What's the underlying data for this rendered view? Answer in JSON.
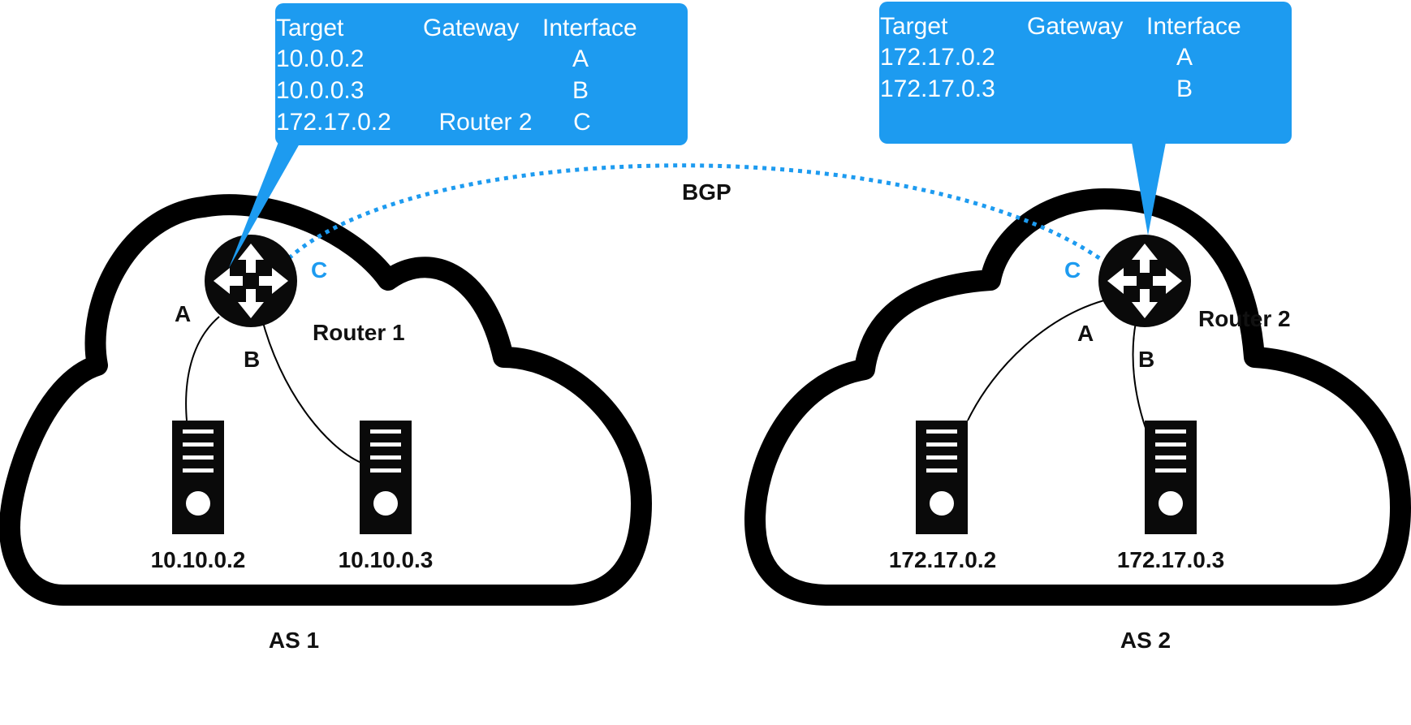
{
  "accent_color": "#1d9bf0",
  "link_label": "BGP",
  "as1": {
    "name": "AS 1",
    "router_name": "Router 1",
    "interfaces": {
      "a": "A",
      "b": "B",
      "c": "C"
    },
    "hosts": [
      "10.10.0.2",
      "10.10.0.3"
    ],
    "routing_table": {
      "headers": [
        "Target",
        "Gateway",
        "Interface"
      ],
      "rows": [
        [
          "10.0.0.2",
          "",
          "A"
        ],
        [
          "10.0.0.3",
          "",
          "B"
        ],
        [
          "172.17.0.2",
          "Router 2",
          "C"
        ]
      ]
    }
  },
  "as2": {
    "name": "AS 2",
    "router_name": "Router 2",
    "interfaces": {
      "a": "A",
      "b": "B",
      "c": "C"
    },
    "hosts": [
      "172.17.0.2",
      "172.17.0.3"
    ],
    "routing_table": {
      "headers": [
        "Target",
        "Gateway",
        "Interface"
      ],
      "rows": [
        [
          "172.17.0.2",
          "",
          "A"
        ],
        [
          "172.17.0.3",
          "",
          "B"
        ]
      ]
    }
  }
}
